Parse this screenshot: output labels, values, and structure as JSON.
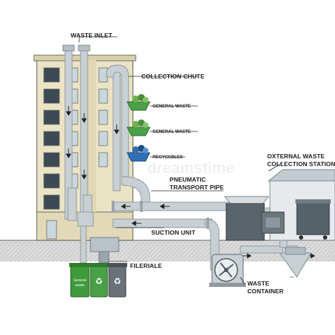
{
  "labels": {
    "waste_inlet": "WASTE INLET",
    "collection_chute": "COLLECTION CHUTE",
    "general_waste_1": "GENERAL WASTE",
    "general_waste_2": "GENERAL WASTE",
    "recyclables": "RECYCCBLES",
    "external_station_line1": "OXTERNAL WASTE",
    "external_station_line2": "COLLECTION STATION",
    "pneumatic_line1": "PNEUMATIC",
    "pneumatic_line2": "TRANSPORT PIPE",
    "suction_unit": "SUCTION UNIT",
    "fileriale": "FILERIALE",
    "waste_container_line1": "WASTE",
    "waste_container_line2": "CONTAINER"
  },
  "bins": {
    "left_text_line1": "General",
    "left_text_line2": "waste",
    "middle_icon": "recycle-icon",
    "right_icon": "recycle-icon"
  },
  "watermark": "dreamstime",
  "colors": {
    "pipe": "#c9d0d4",
    "pipe_dark": "#8f9aa0",
    "building": "#e9e1c4",
    "window": "#3c4a55",
    "green_bin": "#3f9a3b",
    "gray_bin": "#6b7277",
    "tray_green": "#4aa047",
    "tray_blue": "#2f6fb5",
    "ground": "#d9d9d9"
  }
}
